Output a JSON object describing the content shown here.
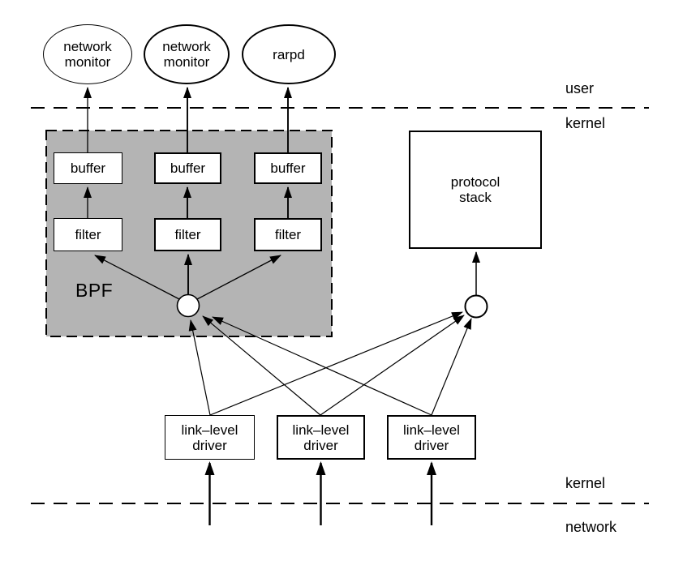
{
  "figure": {
    "description_labels": {
      "bpf": "BPF"
    }
  },
  "layers": {
    "user": "user",
    "kernel_top": "kernel",
    "kernel_bottom": "kernel",
    "network": "network"
  },
  "processes": [
    {
      "label": "network\nmonitor"
    },
    {
      "label": "network\nmonitor"
    },
    {
      "label": "rarpd"
    }
  ],
  "buffers": [
    {
      "label": "buffer"
    },
    {
      "label": "buffer"
    },
    {
      "label": "buffer"
    }
  ],
  "filters": [
    {
      "label": "filter"
    },
    {
      "label": "filter"
    },
    {
      "label": "filter"
    }
  ],
  "protocol_stack": {
    "label": "protocol\nstack"
  },
  "drivers": [
    {
      "label": "link–level\ndriver"
    },
    {
      "label": "link–level\ndriver"
    },
    {
      "label": "link–level\ndriver"
    }
  ],
  "colors": {
    "bpf_fill": "#b4b4b4",
    "line": "#000000",
    "node_fill": "#ffffff"
  }
}
